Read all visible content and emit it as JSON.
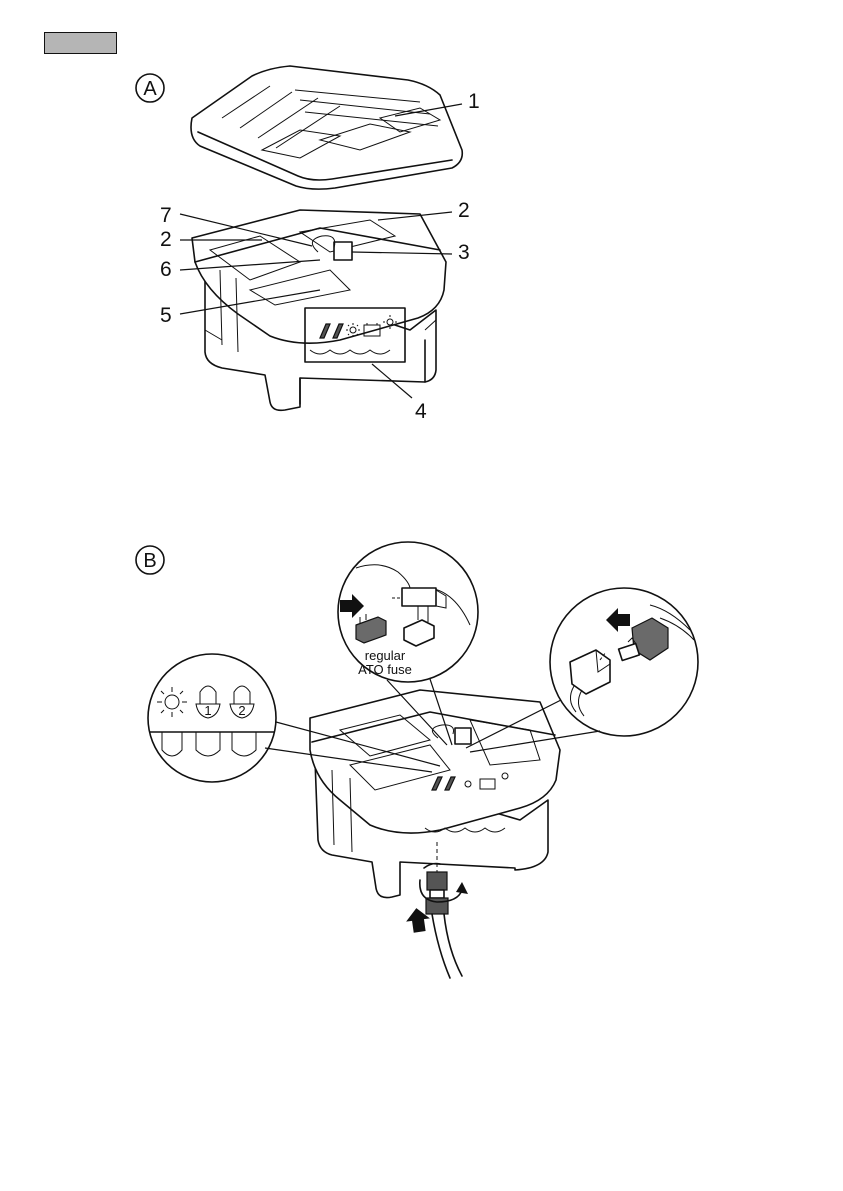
{
  "header": {
    "tab_label": ""
  },
  "figure_a": {
    "label": "A",
    "callouts": [
      {
        "id": "c1",
        "text": "1"
      },
      {
        "id": "c2a",
        "text": "2"
      },
      {
        "id": "c2b",
        "text": "2"
      },
      {
        "id": "c3",
        "text": "3"
      },
      {
        "id": "c4",
        "text": "4"
      },
      {
        "id": "c5",
        "text": "5"
      },
      {
        "id": "c6",
        "text": "6"
      },
      {
        "id": "c7",
        "text": "7"
      }
    ]
  },
  "figure_b": {
    "label": "B",
    "fuse_line1": "regular",
    "fuse_line2": "ATO fuse",
    "bulb1": "1",
    "bulb2": "2"
  },
  "icons": [
    "sun-icon",
    "battery-icon",
    "bulb-icon",
    "arrow-icon",
    "rotate-icon"
  ]
}
